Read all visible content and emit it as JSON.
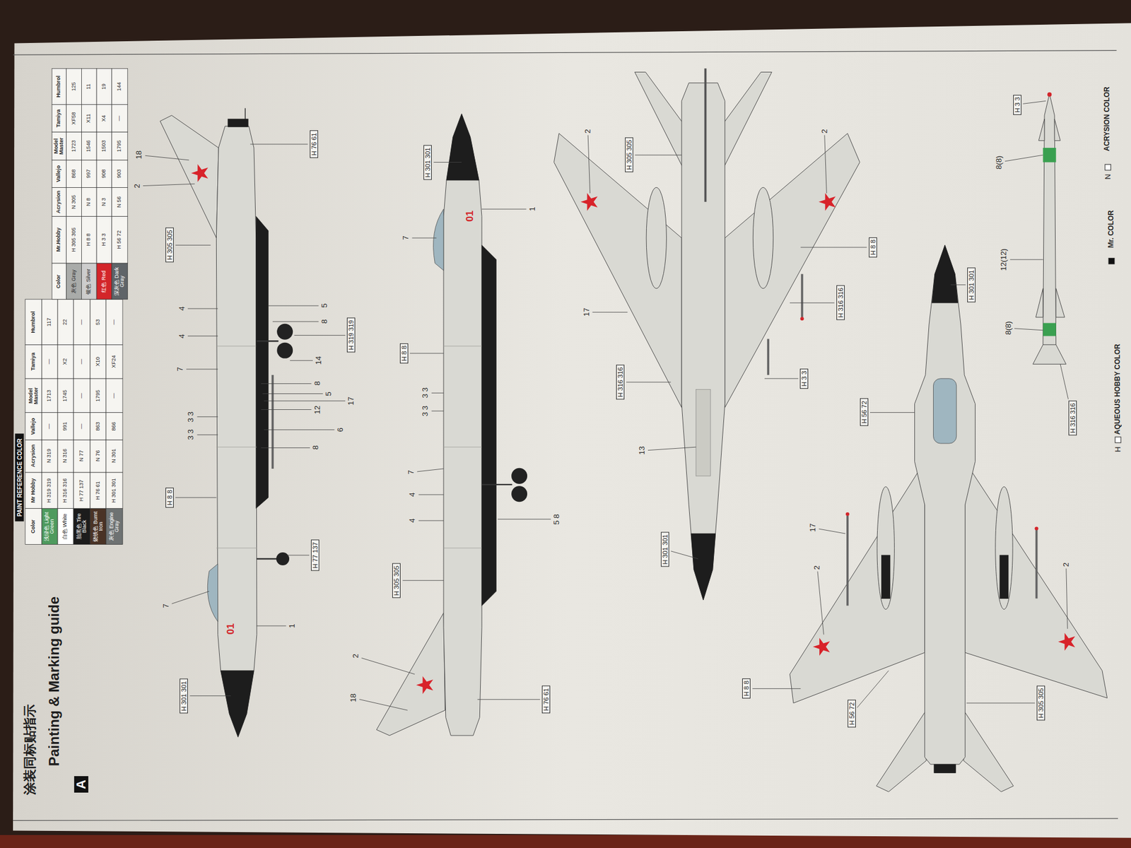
{
  "diagram": {
    "title": "Painting & Marking guide",
    "labels": [
      "涂装同标贴指示",
      "A",
      "PAINT REFERENCE COLOR",
      "Color",
      "Mr Hobby",
      "Acrysion",
      "Vallejo",
      "Model Master",
      "Tamiya",
      "Humbrol",
      "浅绿色 Light Green",
      "H 319 319",
      "N 319",
      "—",
      "1713",
      "—",
      "117",
      "白色 White",
      "H 316 316",
      "N 316",
      "991",
      "1745",
      "X2",
      "22",
      "胎黑色 Tire Black",
      "H 77 137",
      "N 77",
      "—",
      "—",
      "—",
      "—",
      "烧铁色 Burnt Iron",
      "H 76 61",
      "N 76",
      "863",
      "1795",
      "X10",
      "53",
      "灰色 Engine Gray",
      "H 301 301",
      "N 301",
      "866",
      "—",
      "XF24",
      "—",
      "Color",
      "Mr.Hobby",
      "Acrysion",
      "Vallejo",
      "Model Master",
      "Tamiya",
      "Humbrol",
      "灰色 Gray",
      "H 305 305",
      "N 305",
      "868",
      "1723",
      "XF58",
      "125",
      "银色 Silver",
      "H 8 8",
      "N 8",
      "997",
      "1546",
      "X11",
      "11",
      "红色 Red",
      "H 3 3",
      "N 3",
      "908",
      "1503",
      "X4",
      "19",
      "深灰色 Dark Gray",
      "H 56 72",
      "N 56",
      "903",
      "1795",
      "—",
      "144",
      "18",
      "2",
      "H 76 61",
      "H 305 305",
      "4",
      "5",
      "4",
      "8",
      "H 319 319",
      "14",
      "7",
      "8",
      "5",
      "17",
      "12",
      "3 3",
      "3 3",
      "6",
      "8",
      "H 8 8",
      "H 77 137",
      "7",
      "1",
      "01",
      "H 301 301",
      "H 301 301",
      "01",
      "1",
      "7",
      "H 8 8",
      "3 3",
      "3 3",
      "7",
      "4",
      "4",
      "5 8",
      "H 305 305",
      "2",
      "18",
      "H 76 61",
      "2",
      "H 305 305",
      "2",
      "H 8 8",
      "H 316 316",
      "17",
      "H 3 3",
      "H 316 316",
      "13",
      "H 301 301",
      "H 301 301",
      "H 56 72",
      "17",
      "2",
      "2",
      "H 8 8",
      "H 56 72",
      "H 305 305",
      "H 3 3",
      "8(8)",
      "12(12)",
      "8(8)",
      "H 316 316",
      "N",
      "H"
    ],
    "legend": [
      {
        "text": "ACRYSION COLOR"
      },
      {
        "text": "Mr. COLOR"
      },
      {
        "text": "AQUEOUS HOBBY COLOR"
      }
    ]
  }
}
